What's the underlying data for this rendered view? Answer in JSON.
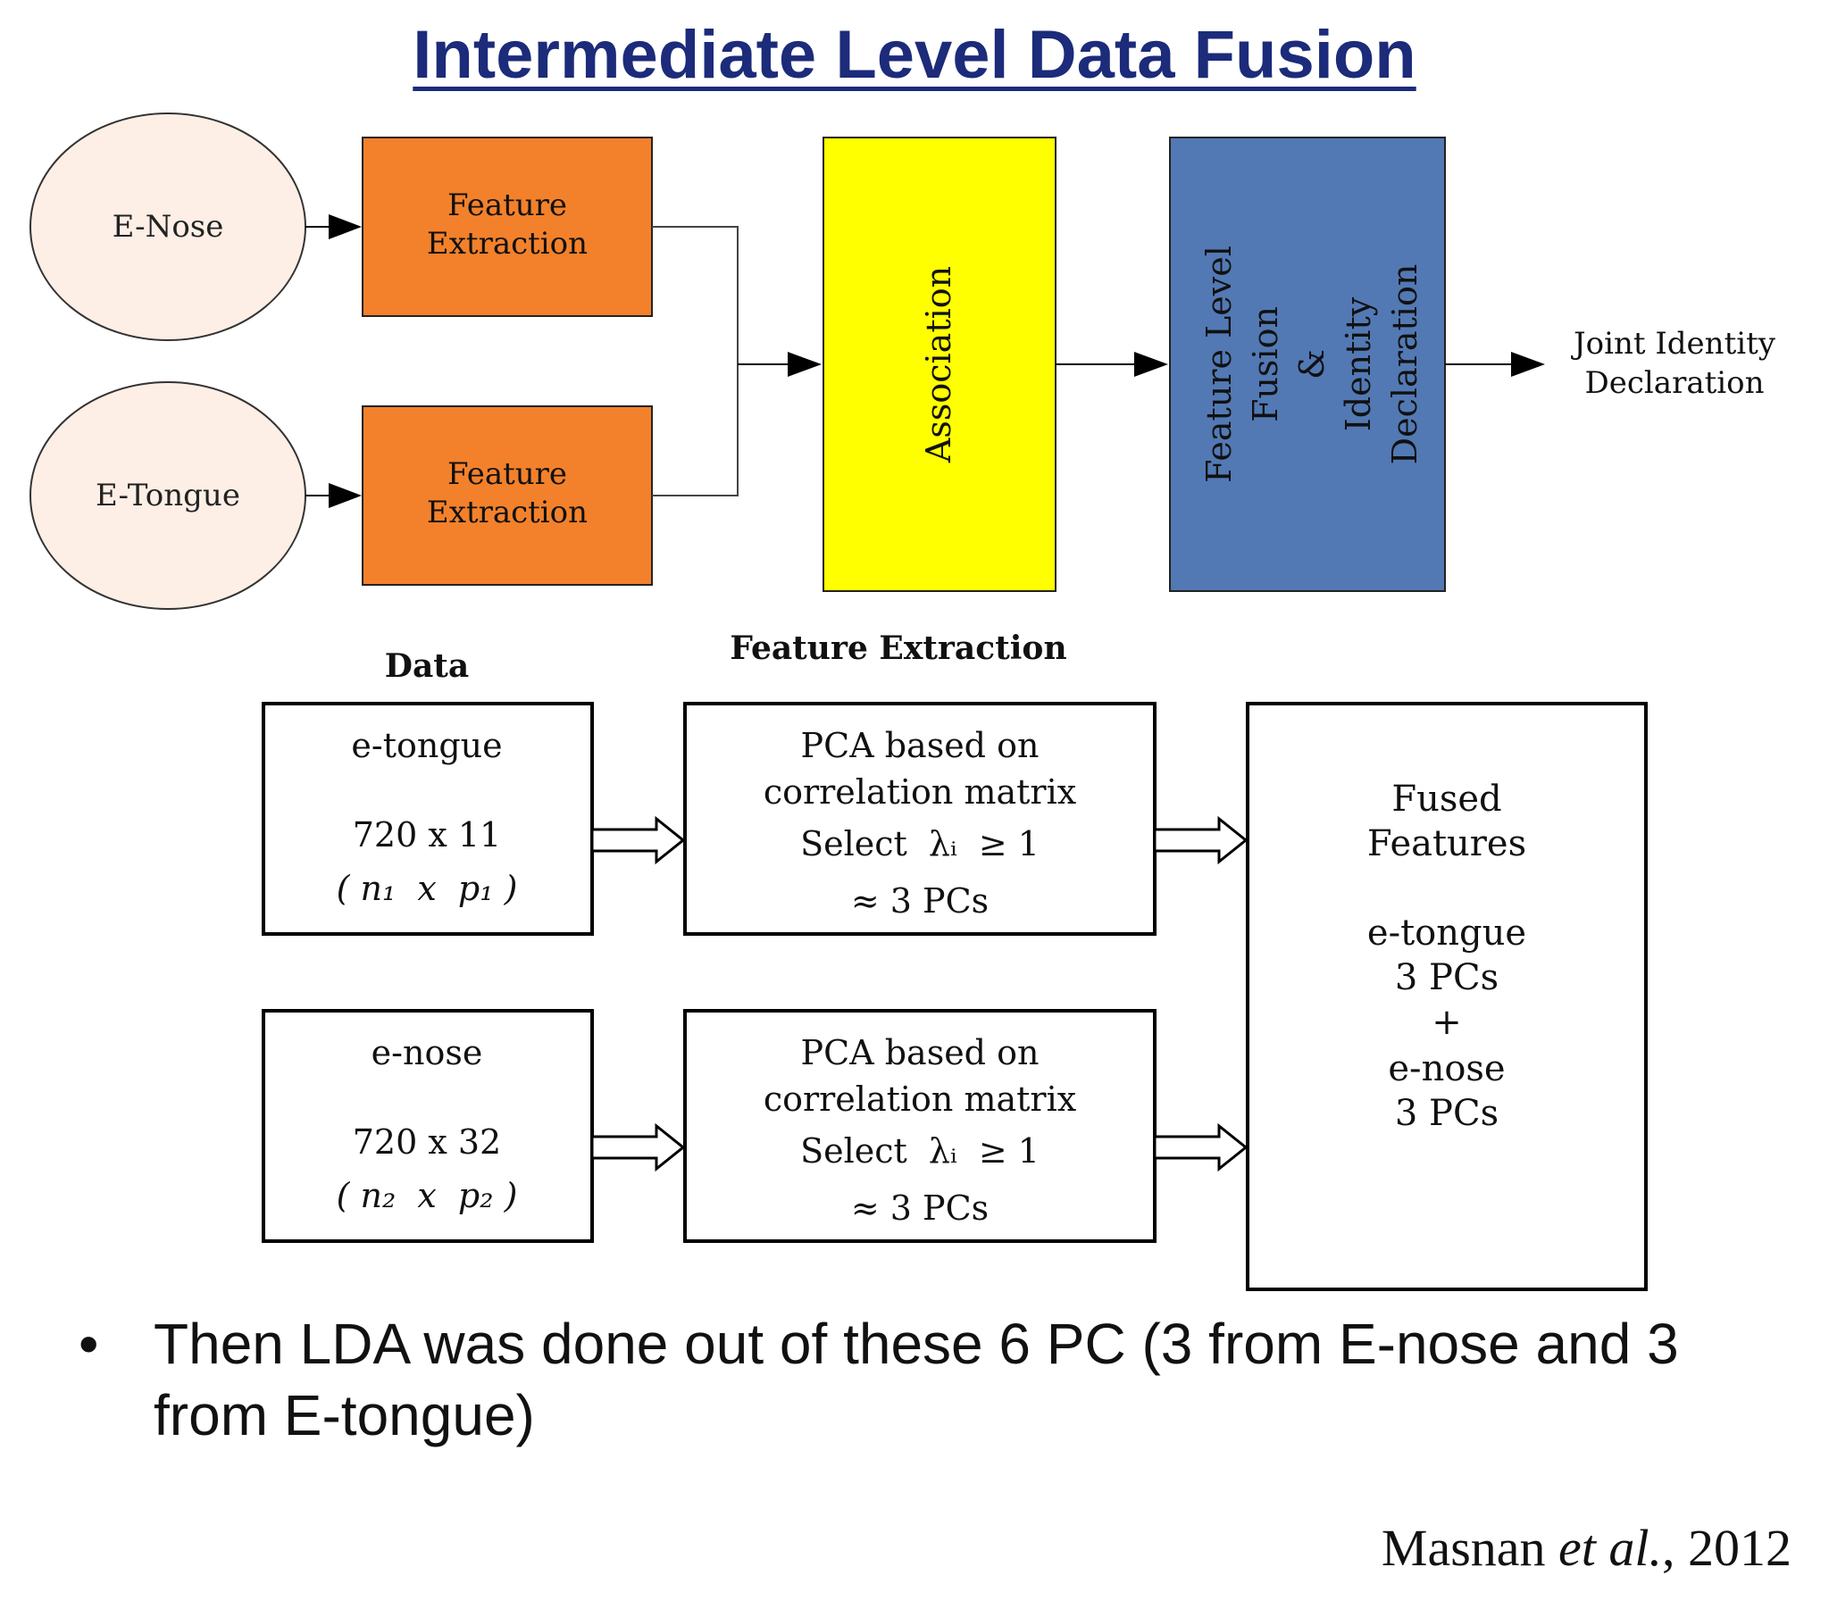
{
  "title": "Intermediate Level Data Fusion",
  "top_diagram": {
    "sensor_enose": "E-Nose",
    "sensor_etongue": "E-Tongue",
    "feature_extraction_line1": "Feature",
    "feature_extraction_line2": "Extraction",
    "association": "Association",
    "fusion_lines": [
      "Feature Level",
      "Fusion",
      "&",
      "Identity",
      "Declaration"
    ],
    "output_line1": "Joint Identity",
    "output_line2": "Declaration",
    "colors": {
      "ellipse_fill": "#fdefe6",
      "orange": "#f3812b",
      "yellow": "#ffff00",
      "blue": "#5279b4"
    }
  },
  "bottom_diagram": {
    "header_data": "Data",
    "header_feature_extraction": "Feature Extraction",
    "etongue_box": {
      "name": "e-tongue",
      "dims": "720 x 11",
      "dims_symbol": "( n₁  x  p₁ )"
    },
    "enose_box": {
      "name": "e-nose",
      "dims": "720 x 32",
      "dims_symbol": "( n₂  x  p₂ )"
    },
    "pca_box": {
      "line1": "PCA based on",
      "line2": "correlation matrix",
      "line3": "Select  λᵢ  ≥ 1",
      "line4": "≈ 3 PCs"
    },
    "fused_box": {
      "line1": "Fused",
      "line2": "Features",
      "line3": "e-tongue",
      "line4": "3 PCs",
      "line5": "+",
      "line6": "e-nose",
      "line7": "3 PCs"
    }
  },
  "bullet": {
    "symbol": "•",
    "text": "Then LDA  was done out of these 6 PC (3 from E-nose and 3 from E-tongue)"
  },
  "citation": {
    "author": "Masnan ",
    "etal": "et al.",
    "year": ", 2012"
  }
}
